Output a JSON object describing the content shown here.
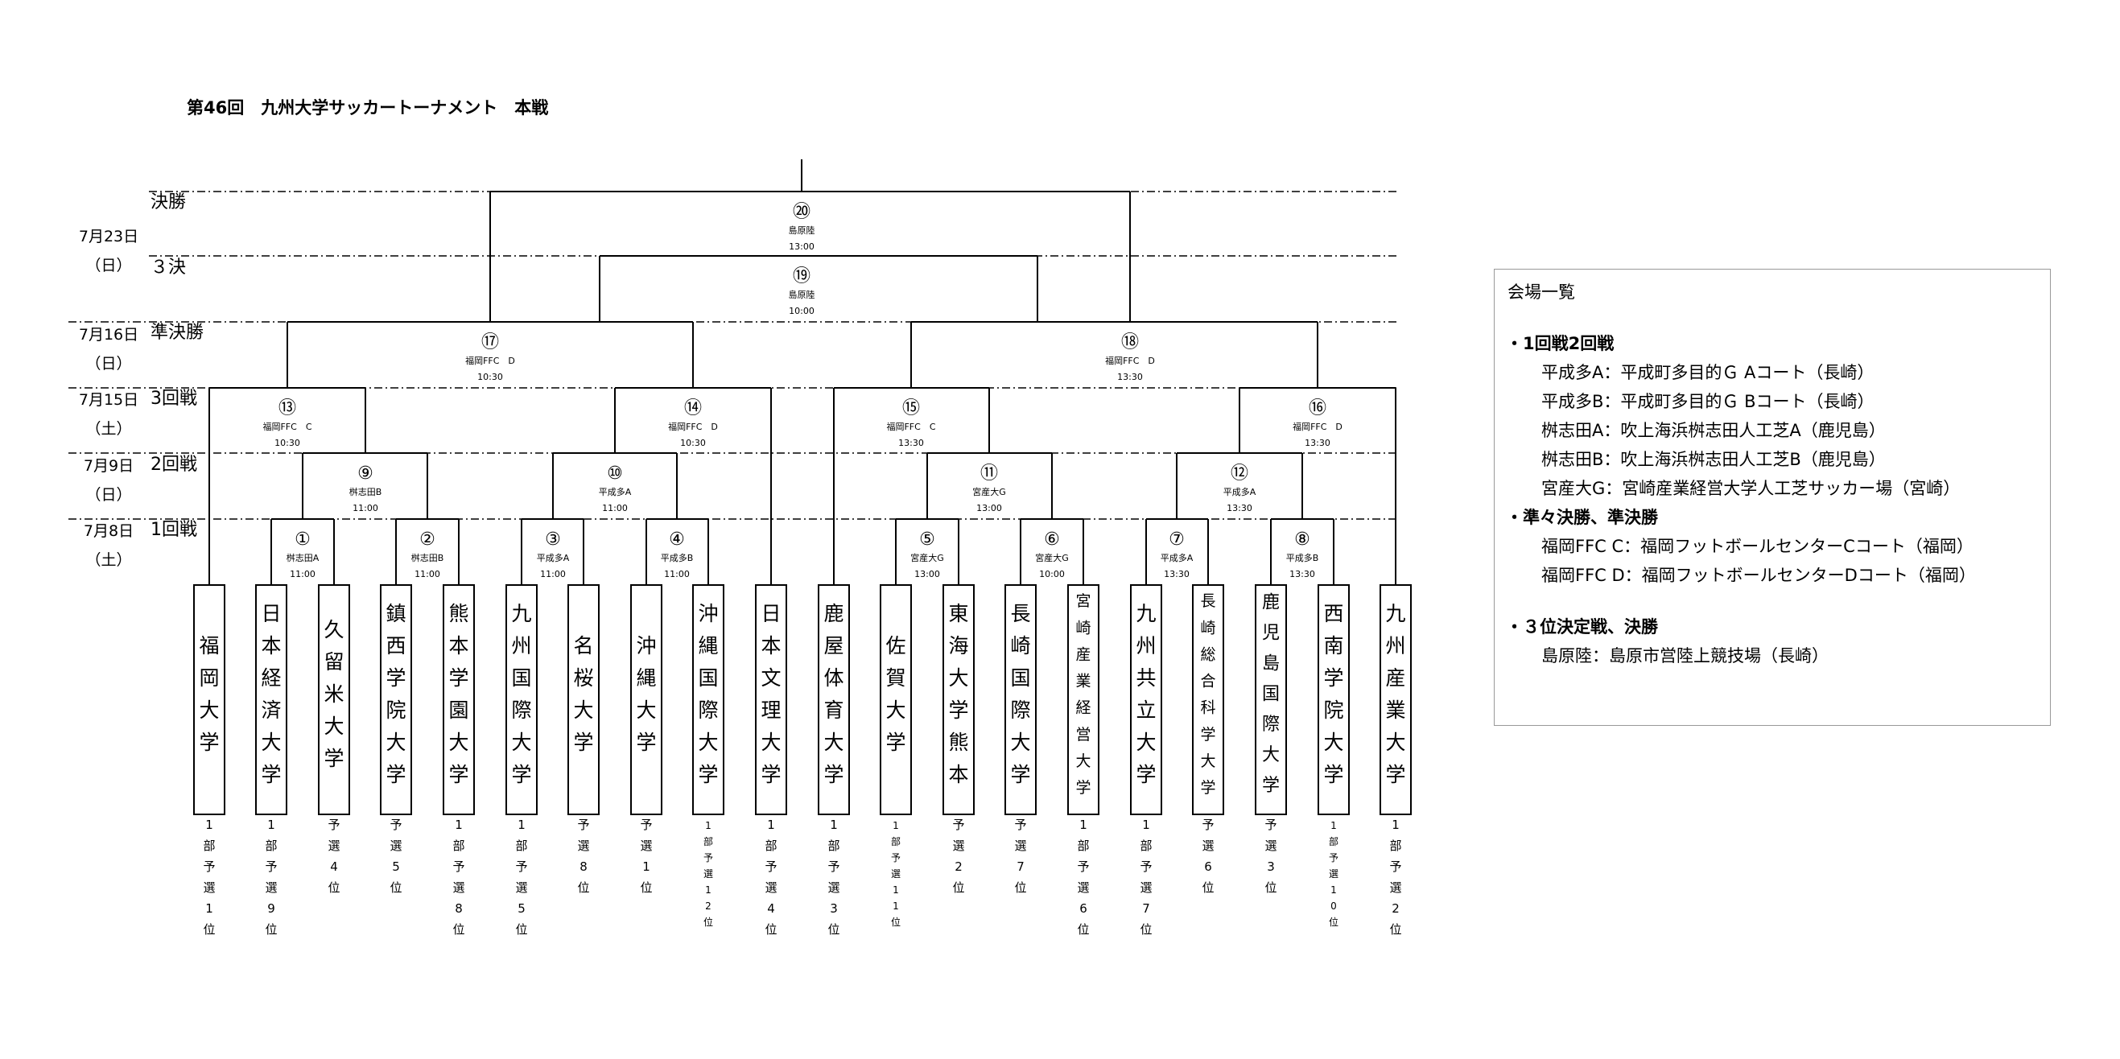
{
  "title": "第46回　九州大学サッカートーナメント　本戦",
  "rounds": [
    {
      "date": "7月23日",
      "dow": "（日）",
      "rows": [
        {
          "name": "決勝"
        },
        {
          "name": "３決"
        }
      ]
    },
    {
      "date": "7月16日",
      "dow": "（日）",
      "rows": [
        {
          "name": "準決勝"
        }
      ]
    },
    {
      "date": "7月15日",
      "dow": "（土）",
      "rows": [
        {
          "name": "3回戦"
        }
      ]
    },
    {
      "date": "7月9日",
      "dow": "（日）",
      "rows": [
        {
          "name": "2回戦"
        }
      ]
    },
    {
      "date": "7月8日",
      "dow": "（土）",
      "rows": [
        {
          "name": "1回戦"
        }
      ]
    }
  ],
  "teams": [
    {
      "name": "福岡大学",
      "seed": "1部予選1位"
    },
    {
      "name": "日本経済大学",
      "seed": "1部予選9位"
    },
    {
      "name": "久留米大学",
      "seed": "予選4位"
    },
    {
      "name": "鎮西学院大学",
      "seed": "予選5位"
    },
    {
      "name": "熊本学園大学",
      "seed": "1部予選8位"
    },
    {
      "name": "九州国際大学",
      "seed": "1部予選5位"
    },
    {
      "name": "名桜大学",
      "seed": "予選8位"
    },
    {
      "name": "沖縄大学",
      "seed": "予選1位"
    },
    {
      "name": "沖縄国際大学",
      "seed": "1部予選12位"
    },
    {
      "name": "日本文理大学",
      "seed": "1部予選4位"
    },
    {
      "name": "鹿屋体育大学",
      "seed": "1部予選3位"
    },
    {
      "name": "佐賀大学",
      "seed": "1部予選11位"
    },
    {
      "name": "東海大学熊本",
      "seed": "予選2位"
    },
    {
      "name": "長崎国際大学",
      "seed": "予選7位"
    },
    {
      "name": "宮崎産業経営大学",
      "seed": "1部予選6位"
    },
    {
      "name": "九州共立大学",
      "seed": "1部予選7位"
    },
    {
      "name": "長崎総合科学大学",
      "seed": "予選6位"
    },
    {
      "name": "鹿児島国際大学",
      "seed": "予選3位"
    },
    {
      "name": "西南学院大学",
      "seed": "1部予選10位"
    },
    {
      "name": "九州産業大学",
      "seed": "1部予選2位"
    }
  ],
  "matches": [
    {
      "no": "①",
      "venue": "桝志田A",
      "time": "11:00"
    },
    {
      "no": "②",
      "venue": "桝志田B",
      "time": "11:00"
    },
    {
      "no": "③",
      "venue": "平成多A",
      "time": "11:00"
    },
    {
      "no": "④",
      "venue": "平成多B",
      "time": "11:00"
    },
    {
      "no": "⑤",
      "venue": "宮産大G",
      "time": "13:00"
    },
    {
      "no": "⑥",
      "venue": "宮産大G",
      "time": "10:00"
    },
    {
      "no": "⑦",
      "venue": "平成多A",
      "time": "13:30"
    },
    {
      "no": "⑧",
      "venue": "平成多B",
      "time": "13:30"
    },
    {
      "no": "⑨",
      "venue": "桝志田B",
      "time": "11:00"
    },
    {
      "no": "⑩",
      "venue": "平成多A",
      "time": "11:00"
    },
    {
      "no": "⑪",
      "venue": "宮産大G",
      "time": "13:00"
    },
    {
      "no": "⑫",
      "venue": "平成多A",
      "time": "13:30"
    },
    {
      "no": "⑬",
      "venue": "福岡FFC　C",
      "time": "10:30"
    },
    {
      "no": "⑭",
      "venue": "福岡FFC　D",
      "time": "10:30"
    },
    {
      "no": "⑮",
      "venue": "福岡FFC　C",
      "time": "13:30"
    },
    {
      "no": "⑯",
      "venue": "福岡FFC　D",
      "time": "13:30"
    },
    {
      "no": "⑰",
      "venue": "福岡FFC　D",
      "time": "10:30"
    },
    {
      "no": "⑱",
      "venue": "福岡FFC　D",
      "time": "13:30"
    },
    {
      "no": "⑲",
      "venue": "島原陸",
      "time": "10:00"
    },
    {
      "no": "⑳",
      "venue": "島原陸",
      "time": "13:00"
    }
  ],
  "venues": {
    "heading": "会場一覧",
    "sections": [
      {
        "title": "・1回戦2回戦",
        "items": [
          "平成多A：平成町多目的Ｇ Aコート（長崎）",
          "平成多B：平成町多目的Ｇ Bコート（長崎）",
          "桝志田A：吹上海浜桝志田人工芝A（鹿児島）",
          "桝志田B：吹上海浜桝志田人工芝B（鹿児島）",
          "宮産大G：宮崎産業経営大学人工芝サッカー場（宮崎）"
        ]
      },
      {
        "title": "・準々決勝、準決勝",
        "items": [
          "福岡FFC C：福岡フットボールセンターCコート（福岡）",
          "福岡FFC D：福岡フットボールセンターDコート（福岡）"
        ]
      },
      {
        "title": "・３位決定戦、決勝",
        "items": [
          "島原陸：島原市営陸上競技場（長崎）"
        ]
      }
    ]
  }
}
